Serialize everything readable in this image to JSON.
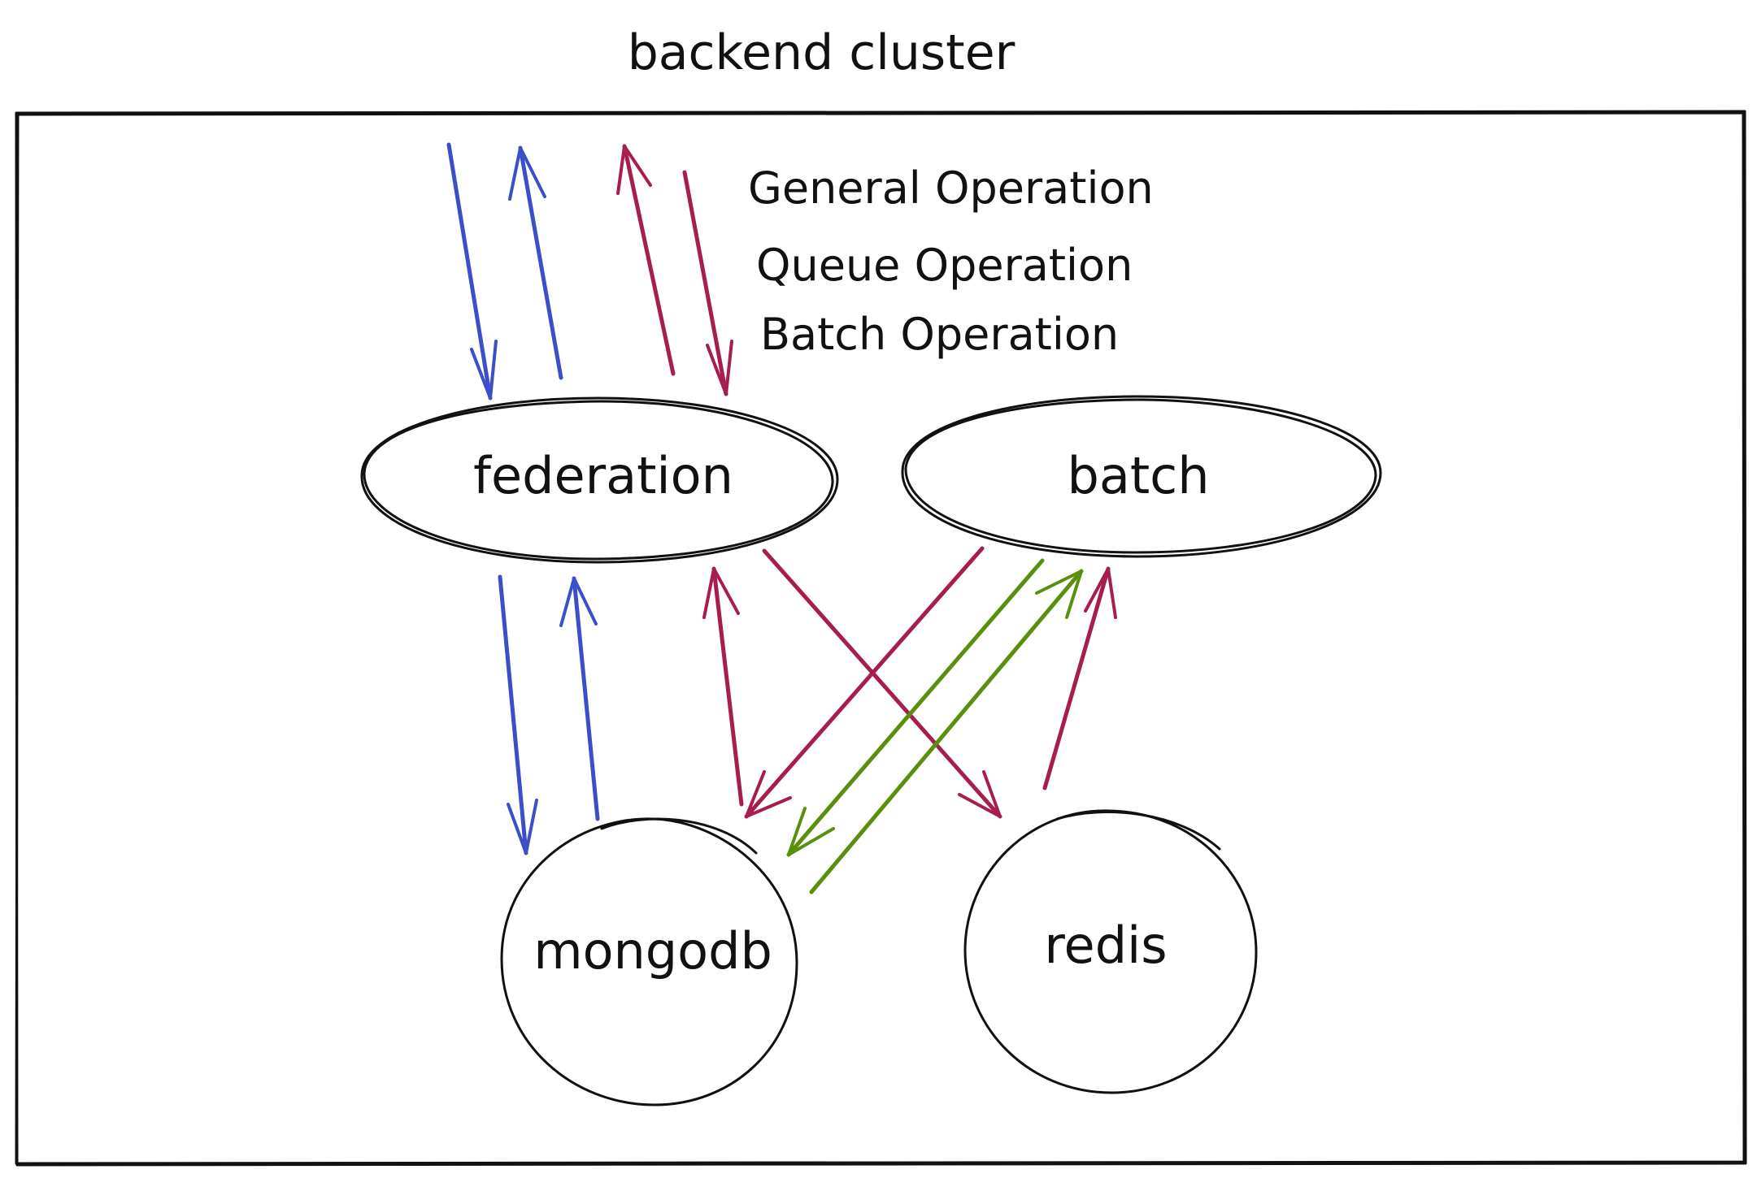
{
  "title": "backend cluster",
  "nodes": {
    "federation": "federation",
    "batch": "batch",
    "mongodb": "mongodb",
    "redis": "redis"
  },
  "legend": [
    {
      "label": "General Operation",
      "color": "#3b4fc8"
    },
    {
      "label": "Queue Operation",
      "color": "#a81d4f"
    },
    {
      "label": "Batch Operation",
      "color": "#5a8f0e"
    }
  ],
  "colors": {
    "general": "#3b4fc8",
    "queue": "#a81d4f",
    "batch": "#5a8f0e",
    "outline": "#111111"
  }
}
